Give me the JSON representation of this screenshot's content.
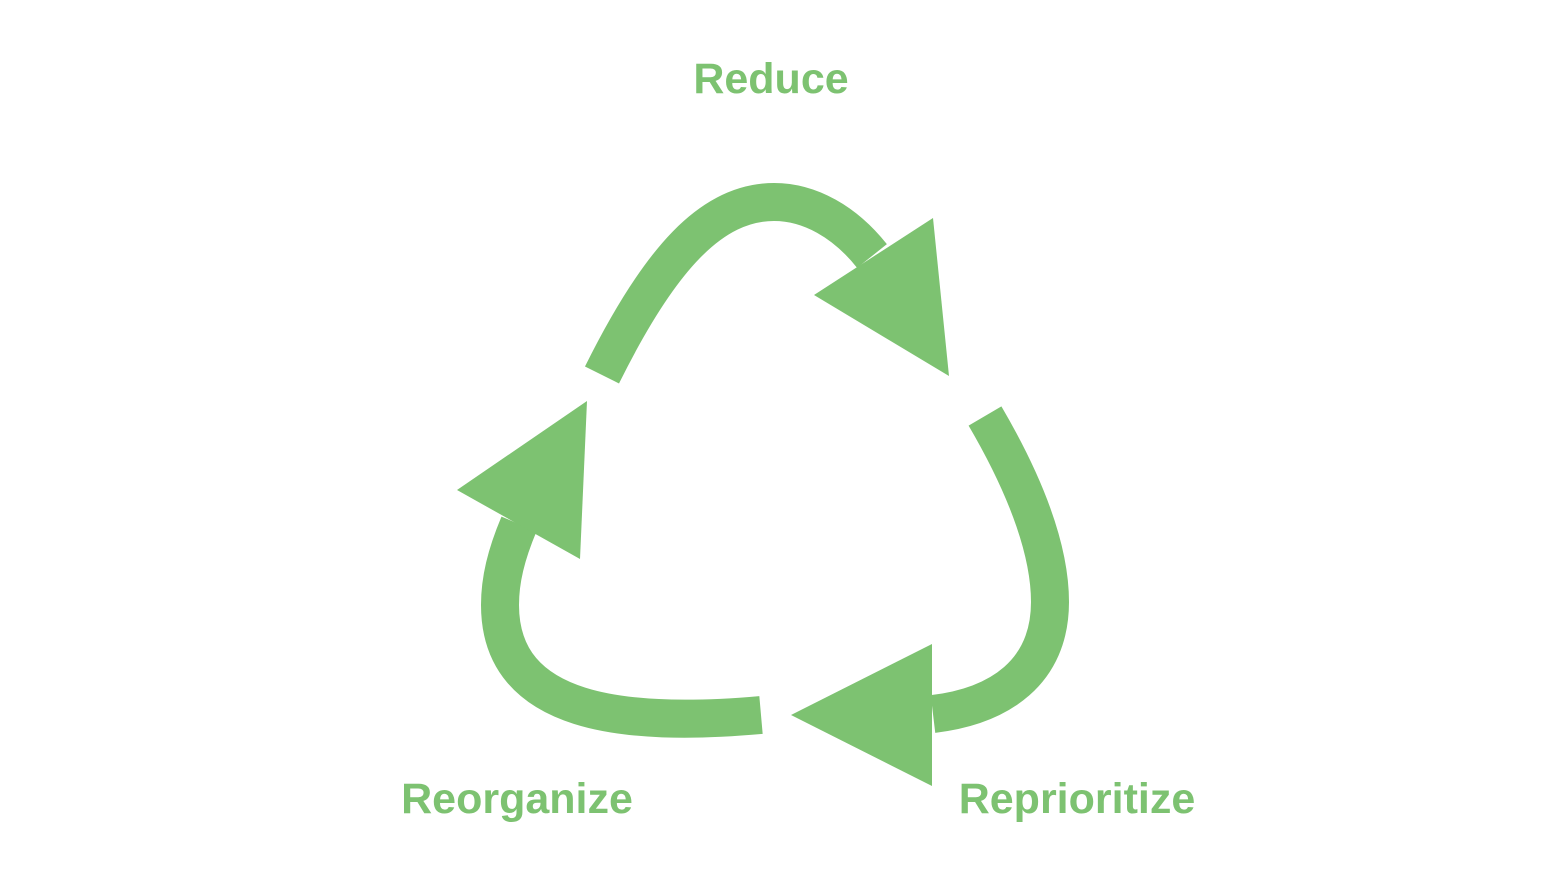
{
  "diagram": {
    "accent_color": "#7dc271",
    "labels": {
      "top": "Reduce",
      "bottom_right": "Reprioritize",
      "bottom_left": "Reorganize"
    }
  }
}
